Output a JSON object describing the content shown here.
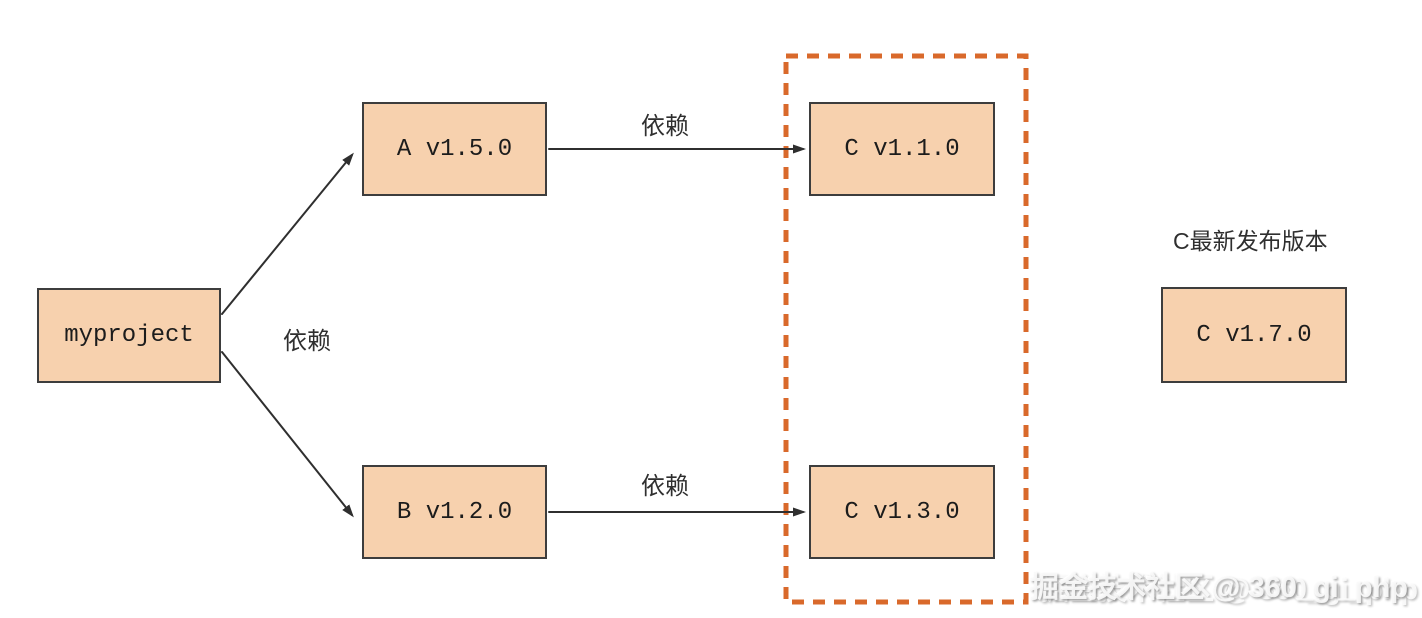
{
  "diagram": {
    "nodes": [
      {
        "id": "myproject",
        "label": "myproject"
      },
      {
        "id": "A",
        "label": "A v1.5.0"
      },
      {
        "id": "B",
        "label": "B v1.2.0"
      },
      {
        "id": "C1",
        "label": "C v1.1.0"
      },
      {
        "id": "C3",
        "label": "C v1.3.0"
      },
      {
        "id": "C_latest",
        "label": "C v1.7.0"
      }
    ],
    "edges": [
      {
        "from": "myproject",
        "to": "A v1.5.0 / B v1.2.0",
        "label": "依赖"
      },
      {
        "from": "A v1.5.0",
        "to": "C v1.1.0",
        "label": "依赖"
      },
      {
        "from": "B v1.2.0",
        "to": "C v1.3.0",
        "label": "依赖"
      }
    ],
    "annotations": {
      "latest_release_title": "C最新发布版本"
    },
    "colors": {
      "node_fill": "#F7D1AE",
      "node_border": "#3D3D3D",
      "dashed_border": "#D9692B",
      "arrow": "#2F2F2F"
    }
  },
  "watermark": {
    "text": "掘金技术社区 @ 360_gi_php"
  }
}
